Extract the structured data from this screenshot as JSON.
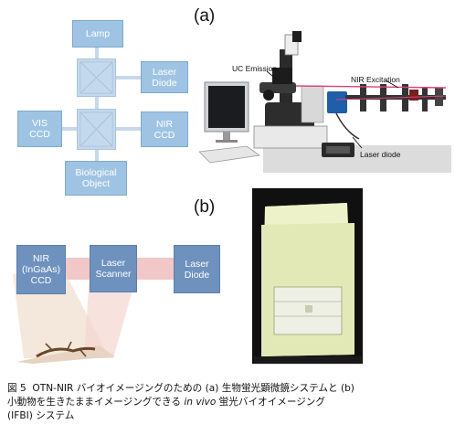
{
  "panel_a": {
    "label": "(a)",
    "boxes": {
      "lamp": "Lamp",
      "laser_diode": "Laser\nDiode",
      "vis_ccd": "VIS\nCCD",
      "nir_ccd": "NIR\nCCD",
      "biological_object": "Biological\nObject"
    },
    "photo_labels": {
      "uc_emission": "UC Emission",
      "nir_excitation": "NIR Excitation",
      "laser_diode": "Laser diode"
    }
  },
  "panel_b": {
    "label": "(b)",
    "boxes": {
      "nir_ccd": "NIR\n(InGaAs)\nCCD",
      "laser_scanner": "Laser\nScanner",
      "laser_diode": "Laser\nDiode"
    }
  },
  "caption": {
    "prefix": "図 5  OTN-NIR バイオイメージングのための (a) 生物蛍光顕微鏡システムと (b)",
    "line2_before": "小動物を生きたままイメージングできる ",
    "line2_italic": "in vivo",
    "line2_after": " 蛍光バイオイメージング",
    "line3": "(IFBI) システム"
  },
  "colors": {
    "box_light": "#9fc4e3",
    "box_dark": "#6e91be",
    "splitter": "#c5d9ec",
    "beam": "#e8a7a7",
    "cabinet": "#e3e9b6"
  }
}
